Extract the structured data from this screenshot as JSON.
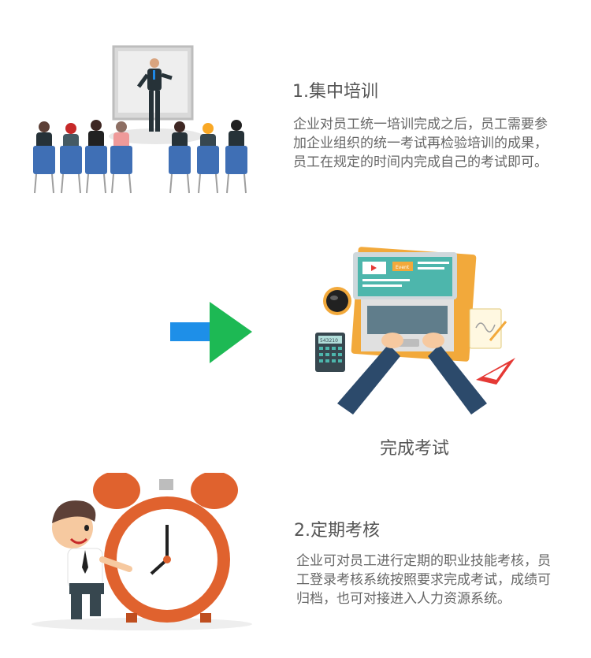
{
  "section1": {
    "title": "1.集中培训",
    "description": "企业对员工统一培训完成之后，员工需要参加企业组织的统一考试再检验培训的成果，员工在规定的时间内完成自己的考试即可。",
    "illustration": "training-presentation-illustration"
  },
  "section_middle": {
    "caption": "完成考试",
    "arrow_icon": "arrow-right-icon",
    "illustration": "laptop-exam-illustration",
    "calculator_text": "543210",
    "laptop_tag_text": "Event"
  },
  "section2": {
    "title": "2.定期考核",
    "description": "企业可对员工进行定期的职业技能考核，员工登录考核系统按照要求完成考试，成绩可归档，也可对接进入人力资源系统。",
    "illustration": "alarm-clock-illustration"
  },
  "colors": {
    "arrow_blue": "#1E8FE8",
    "arrow_green": "#1DB954",
    "clock_orange": "#E0622E",
    "laptop_teal": "#4DB6AC",
    "chair_blue": "#3F6FB5",
    "orange_border": "#F2A93B"
  }
}
